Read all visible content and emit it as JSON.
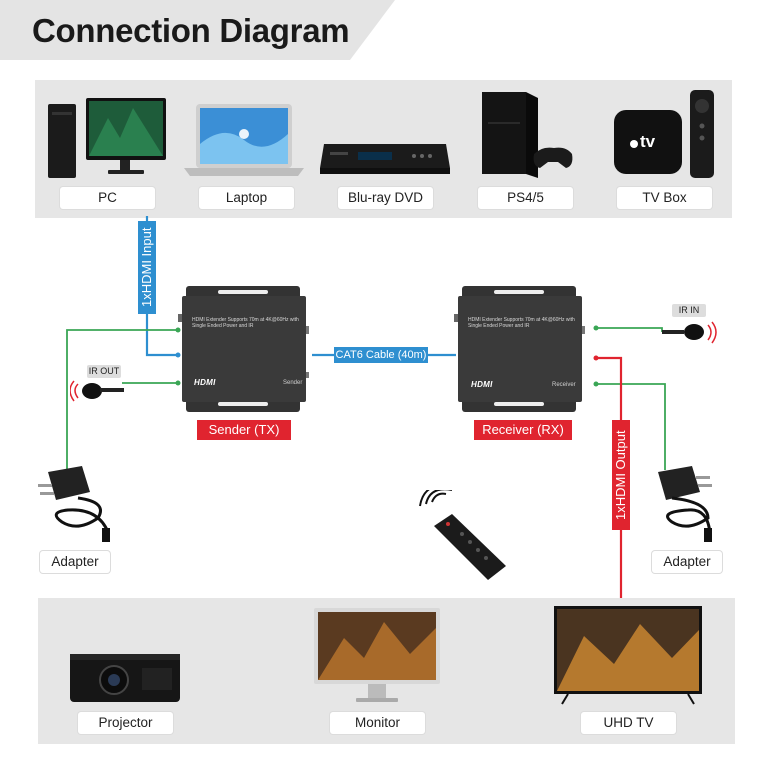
{
  "title": "Connection Diagram",
  "sources": [
    {
      "label": "PC"
    },
    {
      "label": "Laptop"
    },
    {
      "label": "Blu-ray DVD"
    },
    {
      "label": "PS4/5"
    },
    {
      "label": "TV Box"
    }
  ],
  "tv_box_brand": "tv",
  "input_tag": "1xHDMI Input",
  "output_tag": "1xHDMI Output",
  "cable_tag": "CAT6 Cable (40m)",
  "sender": {
    "label": "Sender (TX)",
    "spec": "HDMI Extender Supports 70m at 4K@60Hz with Single Ended Power and IR",
    "logo": "HDMI",
    "side": "Sender"
  },
  "receiver": {
    "label": "Receiver (RX)",
    "spec": "HDMI Extender Supports 70m at 4K@60Hz with Single Ended Power and IR",
    "logo": "HDMI",
    "side": "Receiver"
  },
  "ir_out": "IR OUT",
  "ir_in": "IR IN",
  "adapter_left": "Adapter",
  "adapter_right": "Adapter",
  "displays": [
    {
      "label": "Projector"
    },
    {
      "label": "Monitor"
    },
    {
      "label": "UHD TV"
    }
  ],
  "colors": {
    "input_line": "#2e8fd0",
    "output_line": "#e0242f",
    "power_line": "#3aa655",
    "panel": "#e6e6e6"
  }
}
